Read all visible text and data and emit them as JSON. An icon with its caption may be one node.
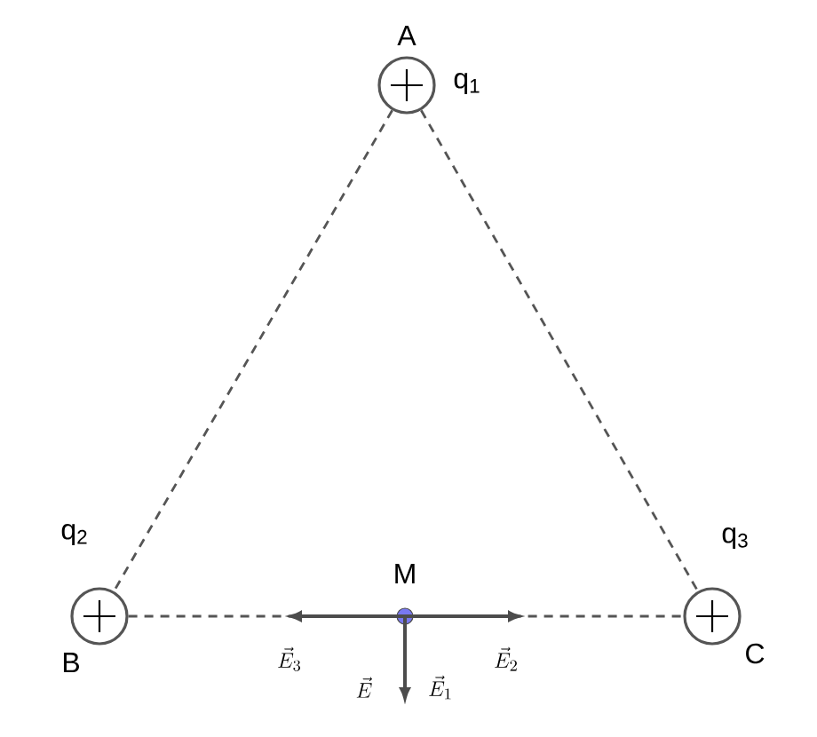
{
  "diagram": {
    "nodes": [
      {
        "text": [],
        "shape": "circle",
        "beside": [
          "A",
          "q$_{1}$"
        ]
      },
      {
        "text": [],
        "shape": "circle",
        "beside": [
          "q$_{2}$",
          "B"
        ]
      },
      {
        "text": [],
        "shape": "circle",
        "beside": [
          "q$_{3}$",
          "C"
        ]
      },
      {
        "text": [],
        "shape": "dot",
        "beside": [
          "M"
        ]
      }
    ],
    "edges": [
      {
        "from": 0,
        "to": 1,
        "arrow": "none",
        "style": "dashed"
      },
      {
        "from": 0,
        "to": 2,
        "arrow": "none",
        "style": "dashed"
      },
      {
        "from": 1,
        "to": 2,
        "arrow": "none",
        "style": "dashed"
      }
    ],
    "labels": [
      "\\vec{E}_3",
      "\\vec{E}_2",
      "\\vec{E}",
      "\\vec{E}_1"
    ]
  }
}
